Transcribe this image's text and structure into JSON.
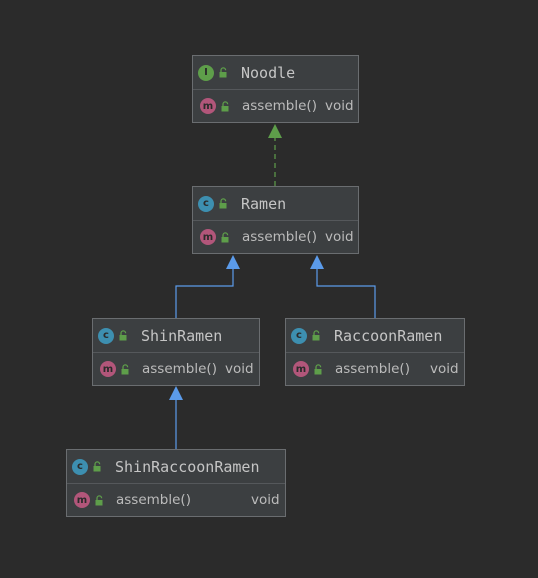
{
  "colors": {
    "background": "#2b2b2b",
    "box_fill": "#3c3f41",
    "box_border": "#6a6d70",
    "inheritance_arrow": "#5b9bea",
    "realization_arrow": "#5e9e4a",
    "interface_icon": "#5e9e4a",
    "class_icon": "#3d8fb0",
    "method_icon": "#b2567a",
    "public_lock": "#5e9e4a"
  },
  "nodes": {
    "noodle": {
      "name": "Noodle",
      "kind": "interface",
      "kind_letter": "I",
      "method": {
        "name": "assemble()",
        "type": "void",
        "icon_letter": "m"
      }
    },
    "ramen": {
      "name": "Ramen",
      "kind": "class",
      "kind_letter": "c",
      "method": {
        "name": "assemble()",
        "type": "void",
        "icon_letter": "m"
      }
    },
    "shinramen": {
      "name": "ShinRamen",
      "kind": "class",
      "kind_letter": "c",
      "method": {
        "name": "assemble()",
        "type": "void",
        "icon_letter": "m"
      }
    },
    "raccoonramen": {
      "name": "RaccoonRamen",
      "kind": "class",
      "kind_letter": "c",
      "method": {
        "name": "assemble()",
        "type": "void",
        "icon_letter": "m"
      }
    },
    "shinraccoonramen": {
      "name": "ShinRaccoonRamen",
      "kind": "class",
      "kind_letter": "c",
      "method": {
        "name": "assemble()",
        "type": "void",
        "icon_letter": "m"
      }
    }
  },
  "relations": [
    {
      "from": "ramen",
      "to": "noodle",
      "type": "realization"
    },
    {
      "from": "shinramen",
      "to": "ramen",
      "type": "inheritance"
    },
    {
      "from": "raccoonramen",
      "to": "ramen",
      "type": "inheritance"
    },
    {
      "from": "shinraccoonramen",
      "to": "shinramen",
      "type": "inheritance"
    }
  ]
}
